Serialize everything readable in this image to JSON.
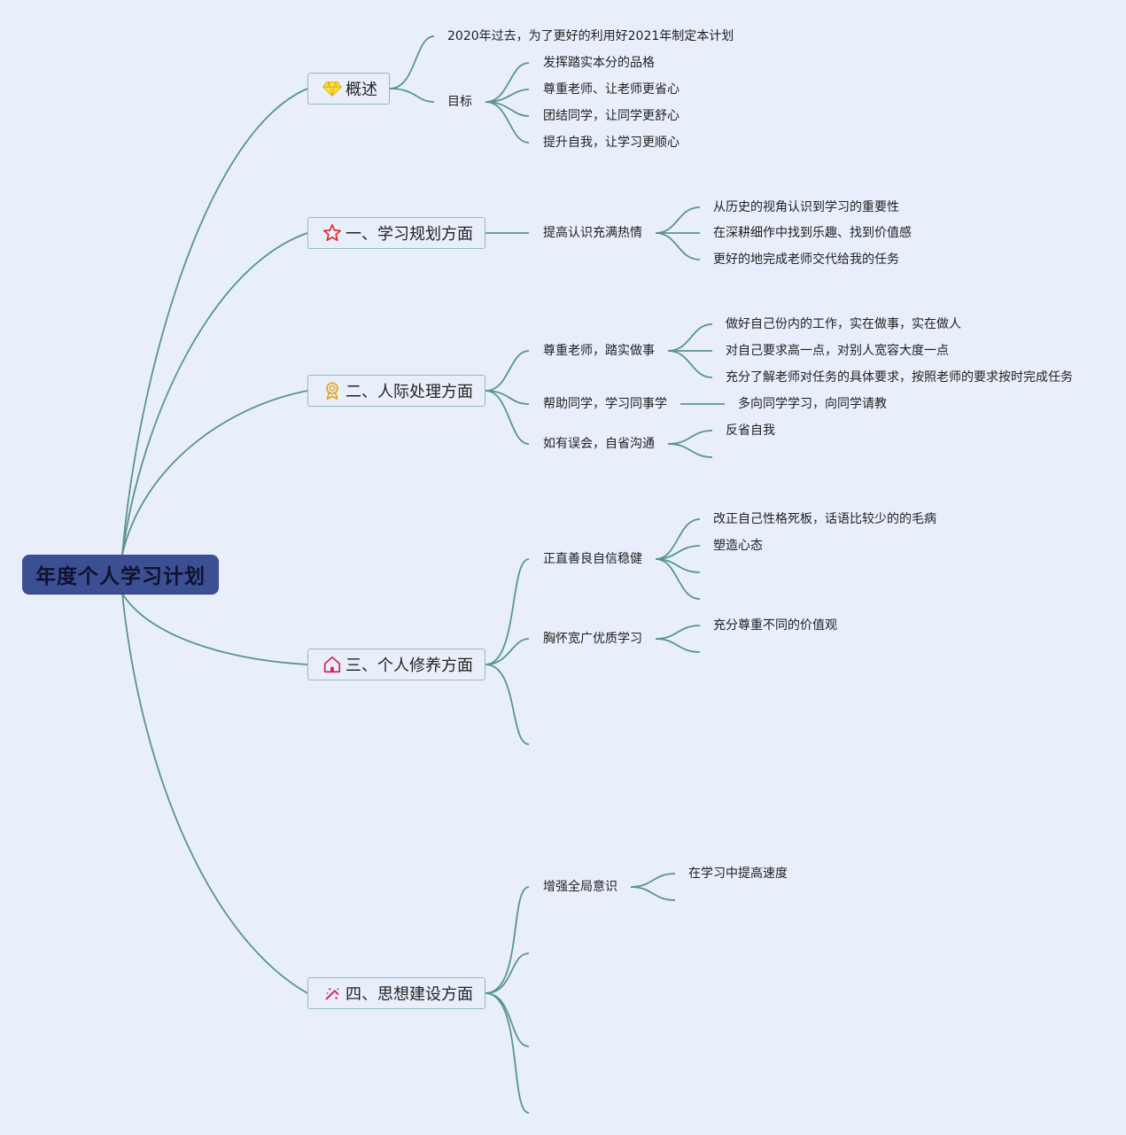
{
  "root": {
    "label": "年度个人学习计划"
  },
  "overview": {
    "label": "概述",
    "icon": "diamond-icon",
    "intro": "2020年过去，为了更好的利用好2021年制定本计划",
    "goal": {
      "label": "目标",
      "items": [
        "发挥踏实本分的品格",
        "尊重老师、让老师更省心",
        "团结同学，让同学更舒心",
        "提升自我，让学习更顺心"
      ]
    }
  },
  "section1": {
    "label": "一、学习规划方面",
    "icon": "star-icon",
    "sub": {
      "label": "提高认识充满热情",
      "items": [
        "从历史的视角认识到学习的重要性",
        "在深耕细作中找到乐趣、找到价值感",
        "更好的地完成老师交代给我的任务"
      ]
    }
  },
  "section2": {
    "label": "二、人际处理方面",
    "icon": "award-icon",
    "subs": [
      {
        "label": "尊重老师，踏实做事",
        "items": [
          "做好自己份内的工作，实在做事，实在做人",
          "对自己要求高一点，对别人宽容大度一点",
          "充分了解老师对任务的具体要求，按照老师的要求按时完成任务"
        ]
      },
      {
        "label": "帮助同学，学习同事学",
        "items": [
          "多向同学学习，向同学请教"
        ]
      },
      {
        "label": "如有误会，自省沟通",
        "items": [
          "反省自我"
        ]
      }
    ]
  },
  "section3": {
    "label": "三、个人修养方面",
    "icon": "home-icon",
    "subs": [
      {
        "label": "正直善良自信稳健",
        "items": [
          "改正自己性格死板，话语比较少的的毛病",
          "塑造心态"
        ]
      },
      {
        "label": "胸怀宽广优质学习",
        "items": [
          "充分尊重不同的价值观"
        ]
      }
    ]
  },
  "section4": {
    "label": "四、思想建设方面",
    "icon": "magic-wand-icon",
    "subs": [
      {
        "label": "增强全局意识",
        "items": [
          "在学习中提高速度"
        ]
      }
    ]
  },
  "colors": {
    "root_bg": "#3d4f93",
    "line": "#5a948e",
    "background": "#e8effb",
    "topic_border": "#8fbcbc"
  }
}
